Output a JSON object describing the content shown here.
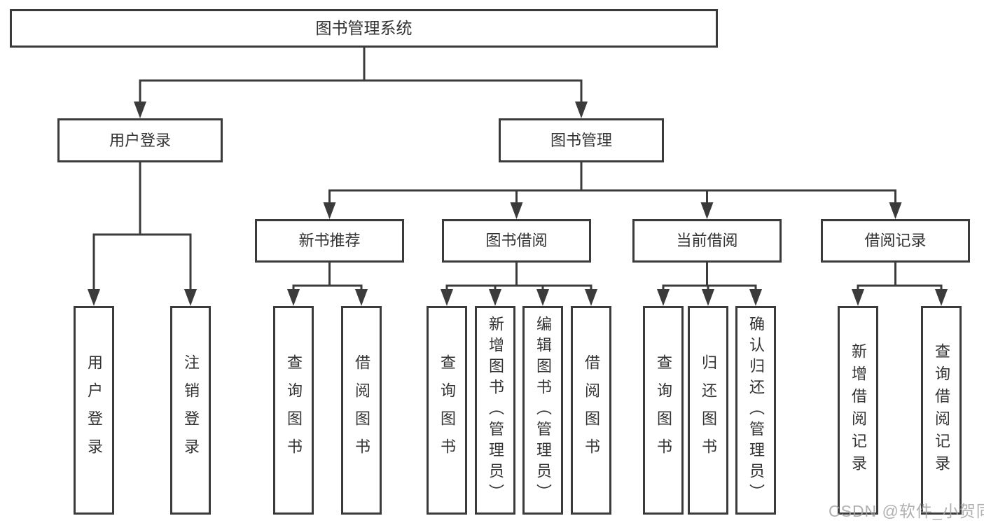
{
  "nodes": {
    "root": "图书管理系统",
    "userLogin": "用户登录",
    "bookMgmt": "图书管理",
    "newBookRec": "新书推荐",
    "bookBorrow": "图书借阅",
    "currentBorrow": "当前借阅",
    "borrowRecords": "借阅记录",
    "leafUserLogin": "用户登录",
    "leafLogout": "注销登录",
    "leafQueryBook1": "查询图书",
    "leafBorrowBook1": "借阅图书",
    "leafQueryBook2": "查询图书",
    "leafAddBook": "新增图书（管理员）",
    "leafEditBook": "编辑图书（管理员）",
    "leafBorrowBook2": "借阅图书",
    "leafQueryBook3": "查询图书",
    "leafReturnBook": "归还图书",
    "leafConfirmReturn": "确认归还（管理员）",
    "leafAddRecord": "新增借阅记录",
    "leafQueryRecord": "查询借阅记录"
  },
  "watermark": "CSDN @软件_小贺同学",
  "colors": {
    "line": "#3b3b3b",
    "text": "#333333",
    "watermark": "#a2a2a2",
    "background": "#ffffff"
  }
}
